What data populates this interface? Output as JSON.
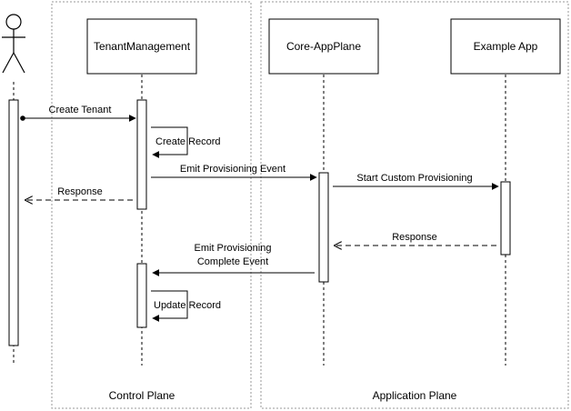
{
  "planes": [
    {
      "label": "Control Plane"
    },
    {
      "label": "Application Plane"
    }
  ],
  "participants": [
    {
      "label": "TenantManagement"
    },
    {
      "label": "Core-AppPlane"
    },
    {
      "label": "Example App"
    }
  ],
  "messages": [
    {
      "label": "Create Tenant"
    },
    {
      "label": "Create Record"
    },
    {
      "label": "Emit Provisioning Event"
    },
    {
      "label": "Response"
    },
    {
      "label": "Start Custom Provisioning"
    },
    {
      "label": "Response"
    },
    {
      "label": "Emit Provisioning",
      "label2": "Complete Event"
    },
    {
      "label": "Update Record"
    }
  ],
  "colors": {
    "line": "#000000",
    "plane_border": "#999999",
    "background": "#ffffff"
  }
}
